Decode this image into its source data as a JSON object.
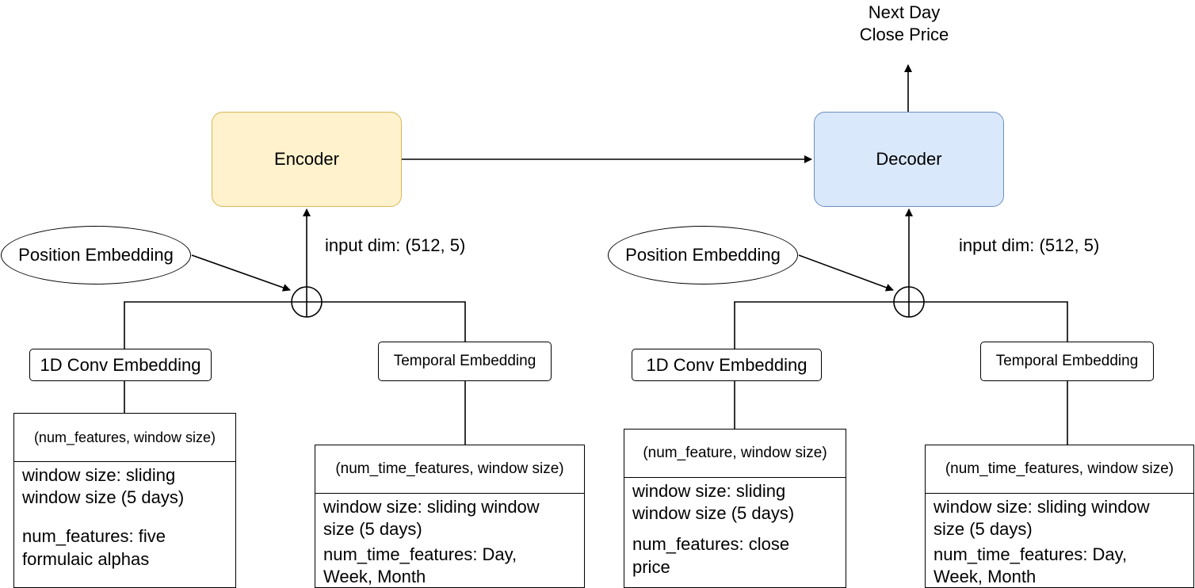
{
  "output_label": {
    "line1": "Next Day",
    "line2": "Close Price"
  },
  "encoder": {
    "block_label": "Encoder",
    "input_dim": "input dim: (512, 5)",
    "position_embedding": "Position Embedding",
    "conv_embedding": "1D Conv Embedding",
    "temporal_embedding": "Temporal Embedding",
    "conv_table": {
      "header": "(num_features, window size)",
      "line1": "window size: sliding",
      "line2": "window size (5 days)",
      "line3": "num_features: five",
      "line4": "formulaic alphas"
    },
    "temporal_table": {
      "header": "(num_time_features, window size)",
      "line1": "window size: sliding window",
      "line2": "size (5 days)",
      "line3": "num_time_features: Day,",
      "line4": "Week, Month"
    }
  },
  "decoder": {
    "block_label": "Decoder",
    "input_dim": "input dim: (512, 5)",
    "position_embedding": "Position Embedding",
    "conv_embedding": "1D Conv Embedding",
    "temporal_embedding": "Temporal Embedding",
    "conv_table": {
      "header": "(num_feature, window size)",
      "line1": "window size: sliding",
      "line2": "window size (5 days)",
      "line3": "num_features: close",
      "line4": "price"
    },
    "temporal_table": {
      "header": "(num_time_features, window size)",
      "line1": "window size: sliding window",
      "line2": "size (5 days)",
      "line3": "num_time_features: Day,",
      "line4": "Week, Month"
    }
  }
}
